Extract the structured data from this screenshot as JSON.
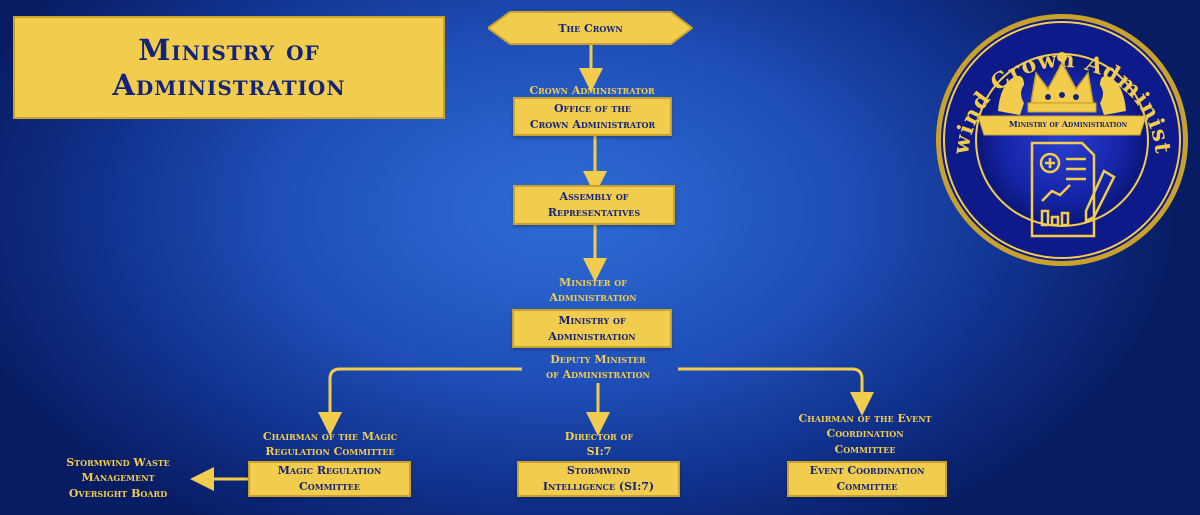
{
  "title": {
    "line1": "Ministry of",
    "line2": "Administration"
  },
  "emblem": {
    "ring_text": "Stormwind Crown Administration",
    "banner": "Ministry of Administration"
  },
  "nodes": {
    "crown": "The Crown",
    "crown_admin_role": "Crown Administrator",
    "office_line1": "Office of the",
    "office_line2": "Crown Administrator",
    "assembly_line1": "Assembly of",
    "assembly_line2": "Representatives",
    "minister_role_line1": "Minister of",
    "minister_role_line2": "Administration",
    "ministry_line1": "Ministry of",
    "ministry_line2": "Administration",
    "deputy_role_line1": "Deputy Minister",
    "deputy_role_line2": "of Administration",
    "magic_role_line1": "Chairman of the Magic",
    "magic_role_line2": "Regulation Committee",
    "magic_line1": "Magic Regulation",
    "magic_line2": "Committee",
    "si7_role_line1": "Director of",
    "si7_role_line2": "SI:7",
    "si7_line1": "Stormwind",
    "si7_line2": "Intelligence (SI:7)",
    "event_role_line1": "Chairman of the Event",
    "event_role_line2": "Coordination",
    "event_role_line3": "Committee",
    "event_line1": "Event Coordination",
    "event_line2": "Committee",
    "waste_line1": "Stormwind Waste",
    "waste_line2": "Management",
    "waste_line3": "Oversight Board"
  }
}
